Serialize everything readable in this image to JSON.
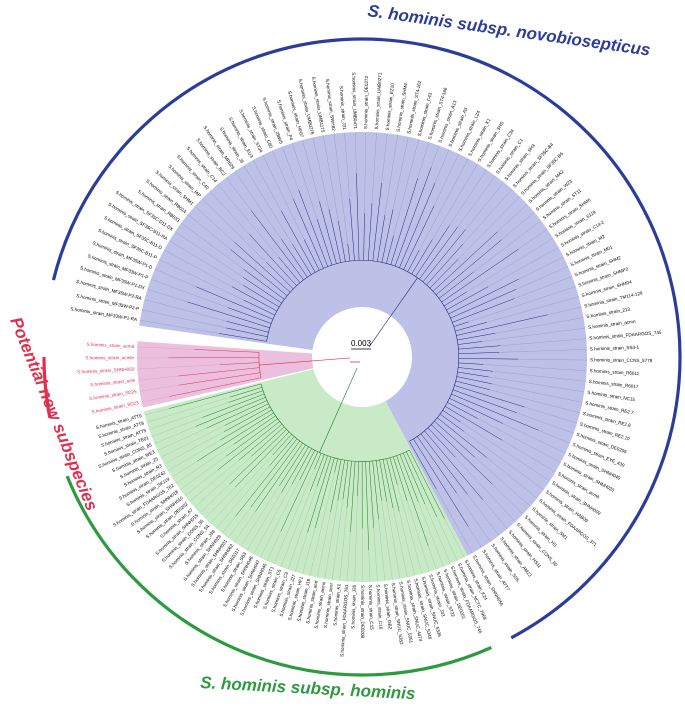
{
  "colors": {
    "novobiosepticus": "#2b3d9a",
    "novobiosepticus_fill": "#b3b6e3",
    "hominis": "#2e9a3f",
    "hominis_fill": "#bfe6bd",
    "new_subspecies": "#e02f4f",
    "new_subspecies_fill": "#e7b5d9",
    "branch_dark": "#1c2a7a",
    "branch_green": "#1f7a2b"
  },
  "clades": {
    "novobiosepticus": "S. hominis subsp. novobiosepticus",
    "hominis": "S. hominis subsp. hominis",
    "new_subspecies": "Potential new subspecies"
  },
  "scale_bar": "0.003",
  "leaves": {
    "novobiosepticus": [
      "S.hominis_strain_MF33W-P1-RA",
      "S.hominis_strain_MF35W-P2-P",
      "S.hominis_strain_MF35W-P2-RA",
      "S.hominis_strain_MF35W-P1-DX",
      "S.hominis_strain_MF33W-P1-P",
      "S.hominis_strain_MF35W-P1-D",
      "S.hominis_strain_SF35C-B11-P",
      "S.hominis_strain_SF35C-B11-D",
      "S.hominis_strain_SF35C-B11-RA",
      "S.hominis_strain_SF35C-D11-DX",
      "S.hominis_strain_RB033",
      "S.hominis_strain_RB014",
      "S.hominis_strain_SHM1",
      "S.hominis_strain_IAP",
      "S.hominis_strain_C40",
      "S.hominis_strain_C14",
      "S.hominis_strain_BC2",
      "S.hominis_strain_MR029",
      "S.hominis_strain_J6",
      "S.hominis_strain_EU3",
      "S.hominis_strain_ST34",
      "S.hominis_strain_C80",
      "S.hominis_strain_ZBW5",
      "S.hominis_strain_P4",
      "S.hominis_strain_HF07",
      "S.hominis_strain_UMB0276",
      "S.hominis_strain_UMB1175",
      "S.hominis_strain_SWH82",
      "S.hominis_strain_J31",
      "S.hominis_strain_UMB0471",
      "S.hominis_strain_DE0272",
      "S.hominis_strain_UMB0271",
      "S.hominis_strain_EZ10",
      "S.hominis_strain_SHM4",
      "S.hominis_strain_ST4-162",
      "S.hominis_strain_C43",
      "S.hominis_strain_ST4-166",
      "S.hominis_strain_A13",
      "S.hominis_strain_A3",
      "S.hominis_strain_LZ4",
      "S.hominis_strain_K1",
      "S.hominis_strain_SHS",
      "S.hominis_strain_C34",
      "S.hominis_strain_C1",
      "S.hominis_strain_SH3",
      "S.hominis_strain_SF35C-B4",
      "S.hominis_strain_SF35C-B6",
      "S.hominis_strain_MA2",
      "S.hominis_strain_W23",
      "S.hominis_strain_ST11",
      "S.hominis_strain_SHM6",
      "S.hominis_strain_S119",
      "S.hominis_strain_C14-2",
      "S.hominis_strain_M2",
      "S.hominis_strain_M01",
      "S.hominis_strain_SHM2",
      "S.hominis_strain_SHMP2",
      "S.hominis_strain_SHM04",
      "S.hominis_strain_TM114-129",
      "S.hominis_strain_213",
      "S.hominis_strain_acmn",
      "S.hominis_strain_FDAARGOS_745",
      "S.hominis_strain_SS4-1",
      "S.hominis_strain_CCNS_5778",
      "S.hominis_strain_R6011",
      "S.hominis_strain_R6017",
      "S.hominis_strain_NC15",
      "S.hominis_strain_RE2.7",
      "S.hominis_strain_RE2.8",
      "S.hominis_strain_RE2.10",
      "S.hominis_strain_DE0205",
      "S.hominis_strain_EYE_430",
      "S.hominis_strain_SHNH040",
      "S.hominis_strain_SHNH020",
      "S.hominis_strain_acmb",
      "S.hominis_strain_SHNH009",
      "S.hominis_strain_HAB09",
      "S.hominis_strain_FDAARGOS_371",
      "S.hominis_strain_SM1",
      "S.hominis_strain_HS",
      "S.hominis_strain_CONS_80",
      "S.hominis_strain_HS11",
      "S.hominis_strain_AM13",
      "S.hominis_strain_SS5",
      "S.hominis_strain_ATT7",
      "S.hominis_strain_SHNH054"
    ],
    "new_subspecies": [
      "S.hominis_strain_SD23",
      "S.hominis_strain_SD25",
      "S.hominis_strain_acfe",
      "S.hominis_strain_SHNH050",
      "S.hominis_strain_acmle",
      "S.hominis_strain_acmd"
    ],
    "hominis": [
      "S.hominis_strain_K24",
      "S.hominis_strain_NCTC_7969",
      "S.hominis_strain_FDAARGOS_746",
      "S.hominis_strain_DE0201",
      "S.hominis_strain_ST22",
      "S.hominis_strain_J33",
      "S.hominis_strain_SNUC_5336",
      "S.hominis_strain_SNUC_5348",
      "S.hominis_strain_SNUC_4474",
      "S.hominis_strain_SNUC_5351",
      "S.hominis_strain_SNUC_5352",
      "S.hominis_strain_GB2",
      "S.hominis_strain_C10",
      "S.hominis_strain_C15",
      "S.hominis_strain_DE0208",
      "S.hominis_strain_J26",
      "S.hominis_strain_FDAARGOS_761",
      "S.hominis_strain_K1",
      "S.hominis_strain_acnr",
      "S.hominis_strain_acms",
      "S.hominis_strain_acrt",
      "S.hominis_strain_J19",
      "S.hominis_strain_HF1",
      "S.hominis_strain_J27",
      "S.hominis_strain_C3",
      "S.hominis_strain_C5",
      "S.hominis_strain_ST1",
      "S.hominis_strain_SHNH045",
      "S.hominis_strain_SHNH047",
      "S.hominis_strain_SHNH046",
      "S.hominis_strain_SB3",
      "S.hominis_strain_DE0317",
      "S.hominis_strain_SHNH062",
      "S.hominis_strain_SHNH031",
      "S.hominis_strain_SHNH028",
      "S.hominis_strain_J38",
      "S.hominis_strain_CONS_54",
      "S.hominis_strain_CONS_56",
      "S.hominis_strain_SHNH015",
      "S.hominis_strain_A7",
      "S.hominis_strain_DE0202",
      "S.hominis_strain_SHNH010",
      "S.hominis_strain_SHNH018",
      "S.hominis_strain_FDAARGOS_762",
      "S.hominis_strain_SK119",
      "S.hominis_strain_DE0242",
      "S.hominis_strain_R3",
      "S.hominis_strain_Z5",
      "S.hominis_strain_WE3",
      "S.hominis_strain_CONS_85",
      "S.hominis_strain_TE01",
      "S.hominis_strain_ATT5",
      "S.hominis_strain_ATT8",
      "S.hominis_strain_ATT9"
    ]
  }
}
